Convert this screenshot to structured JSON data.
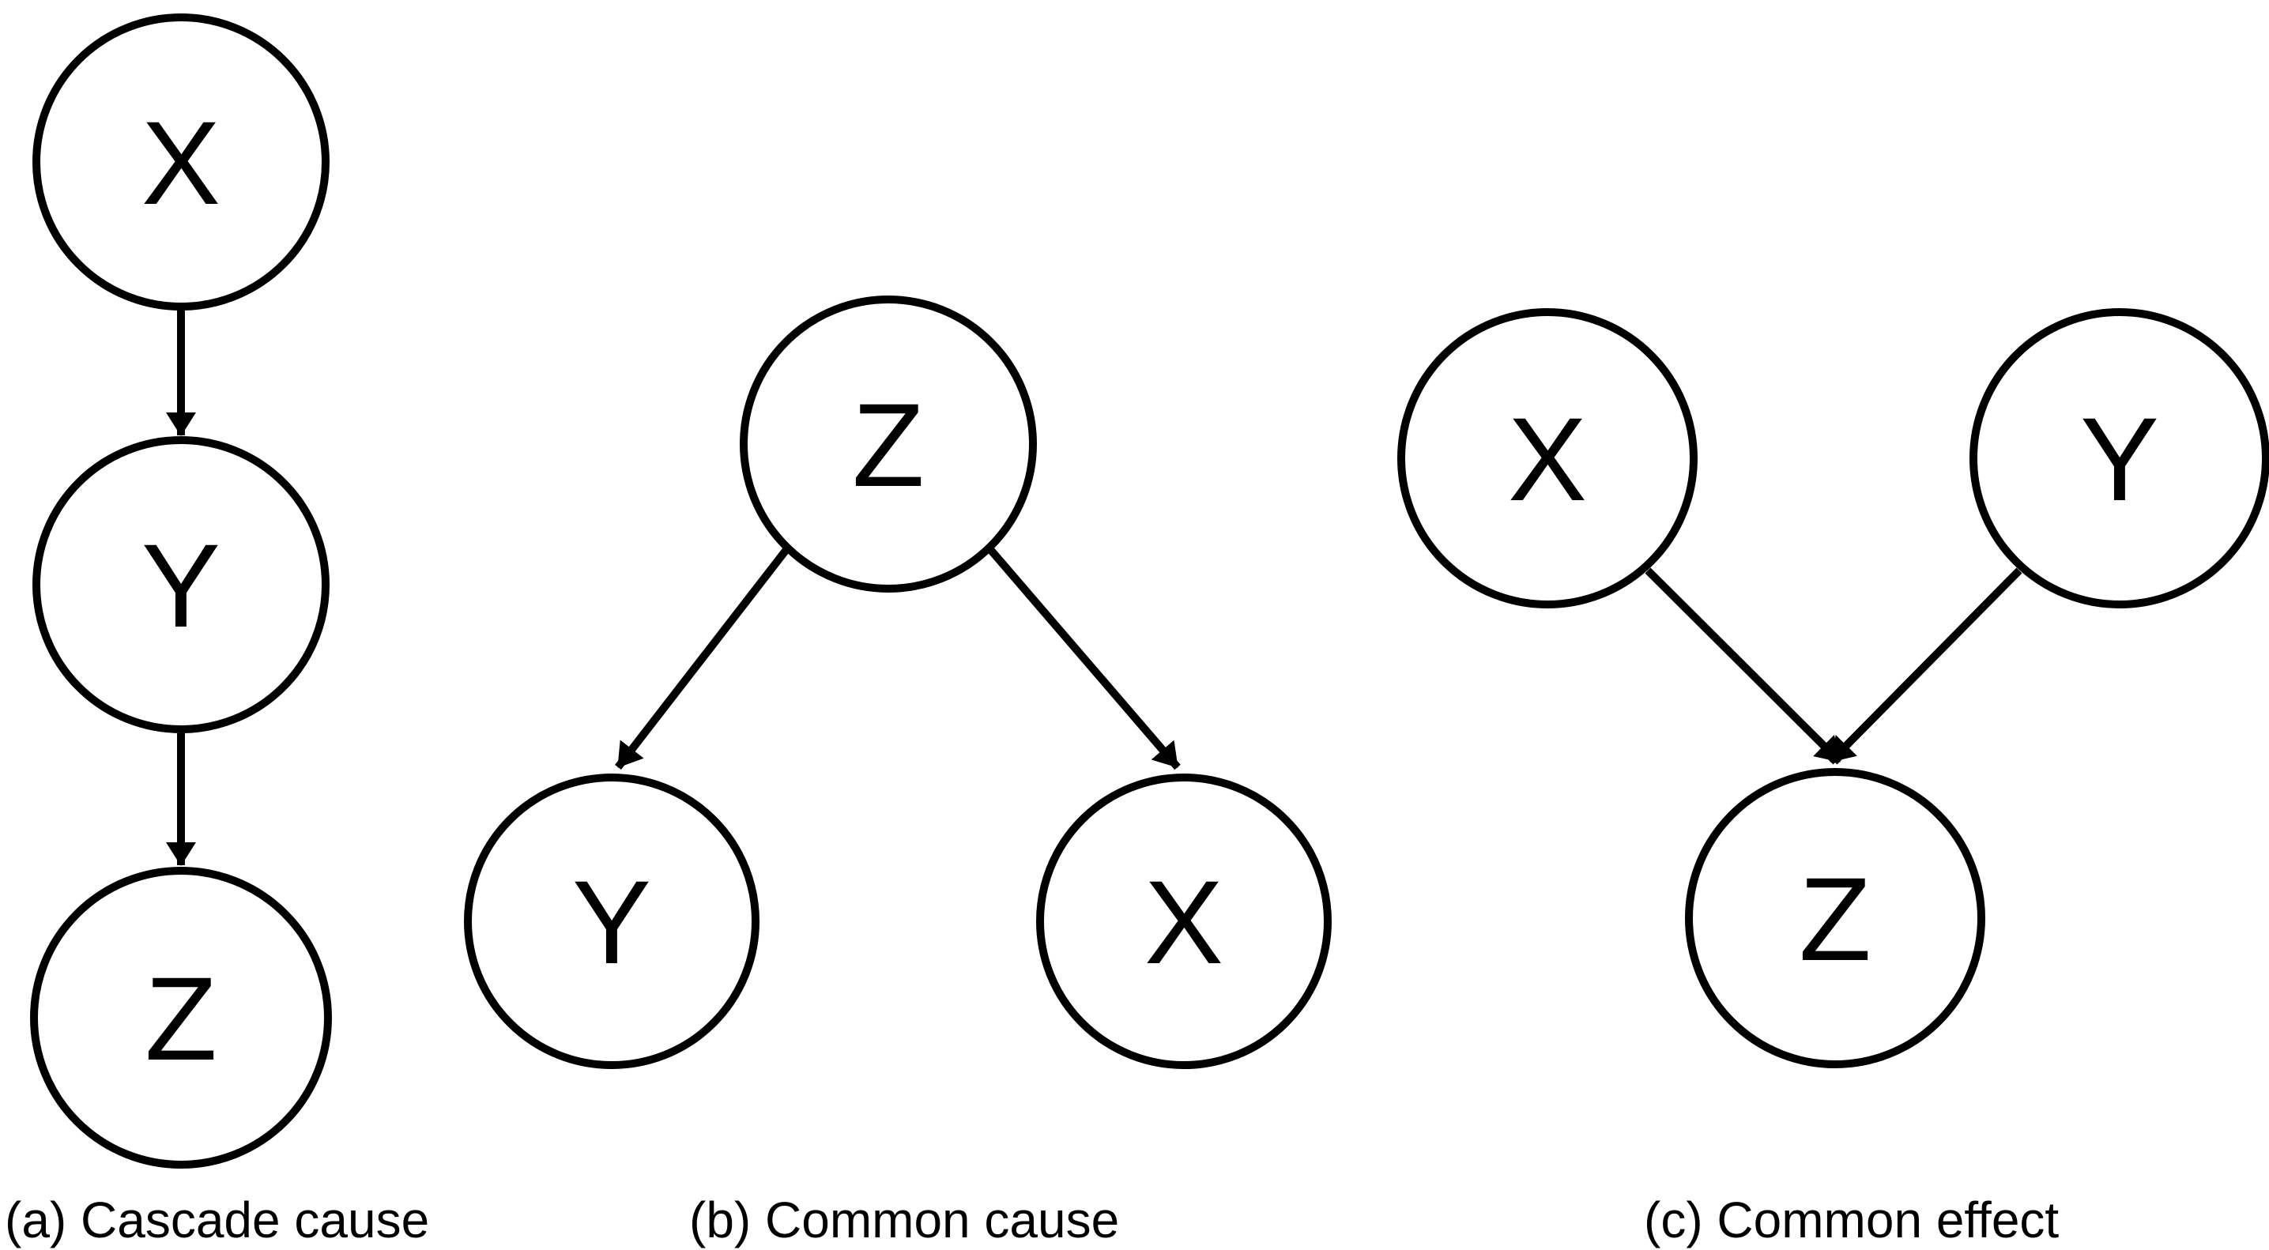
{
  "figure": {
    "type": "causal-graph-diagrams",
    "colors": {
      "ink": "#000000",
      "background": "#ffffff"
    },
    "diagrams": [
      {
        "id": "a",
        "caption": "(a) Cascade cause",
        "nodes": [
          {
            "id": "X",
            "label": "X",
            "role": "top"
          },
          {
            "id": "Y",
            "label": "Y",
            "role": "middle"
          },
          {
            "id": "Z",
            "label": "Z",
            "role": "bottom"
          }
        ],
        "edges": [
          "X→Y",
          "Y→Z"
        ]
      },
      {
        "id": "b",
        "caption": "(b) Common cause",
        "nodes": [
          {
            "id": "Z",
            "label": "Z",
            "role": "top-center"
          },
          {
            "id": "Y",
            "label": "Y",
            "role": "bottom-left"
          },
          {
            "id": "X",
            "label": "X",
            "role": "bottom-right"
          }
        ],
        "edges": [
          "Z→Y",
          "Z→X"
        ]
      },
      {
        "id": "c",
        "caption": "(c) Common effect",
        "nodes": [
          {
            "id": "X",
            "label": "X",
            "role": "top-left"
          },
          {
            "id": "Y",
            "label": "Y",
            "role": "top-right"
          },
          {
            "id": "Z",
            "label": "Z",
            "role": "bottom-center"
          }
        ],
        "edges": [
          "X→Z",
          "Y→Z"
        ]
      }
    ]
  }
}
